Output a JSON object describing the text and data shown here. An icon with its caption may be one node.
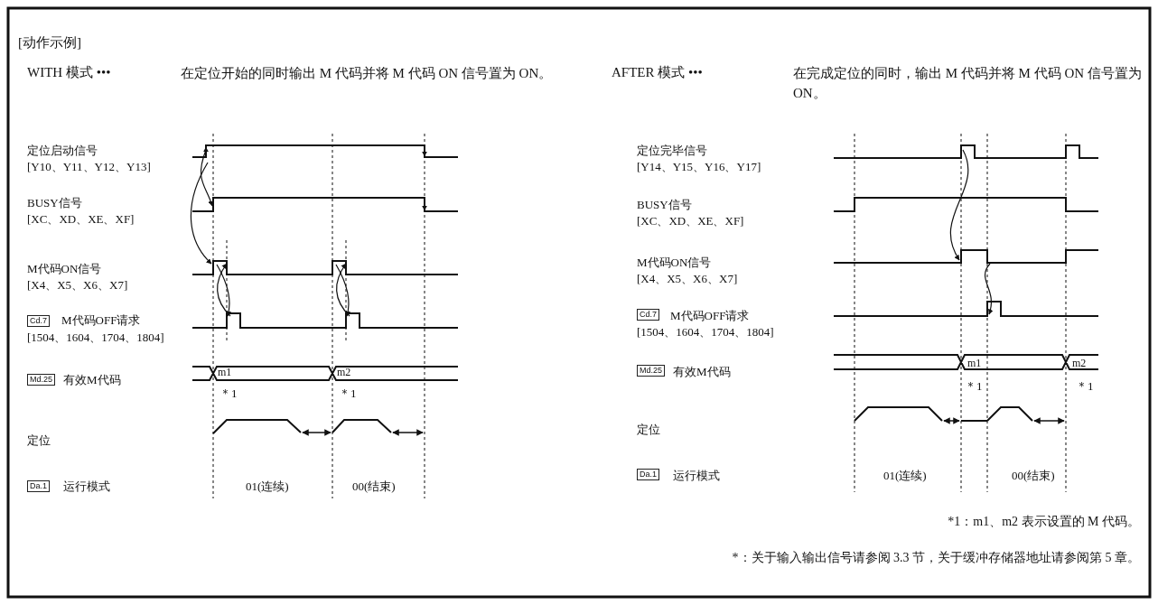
{
  "diagram": {
    "title": "[动作示例]",
    "nodes": [
      {
        "text": [
          "Cd.7"
        ]
      },
      {
        "text": [
          "Md.25"
        ]
      },
      {
        "text": [
          "Da.1"
        ]
      },
      {
        "text": [
          "Cd.7"
        ]
      },
      {
        "text": [
          "Md.25"
        ]
      },
      {
        "text": [
          "Da.1"
        ]
      }
    ],
    "labels": [
      "WITH 模式 •••",
      "在定位开始的同时输出 M 代码并将 M 代码 ON 信号置为 ON。",
      "AFTER 模式 •••",
      "在完成定位的同时，输出 M 代码并将 M 代码 ON 信号置为 ON。",
      "定位启动信号",
      "[Y10、Y11、Y12、Y13]",
      "BUSY信号",
      "[XC、XD、XE、XF]",
      "M代码ON信号",
      "[X4、X5、X6、X7]",
      "M代码OFF请求",
      "[1504、1604、1704、1804]",
      "有效M代码",
      "m1",
      "m2",
      "＊1",
      "＊1",
      "定位",
      "运行模式",
      "01(连续)",
      "00(结束)",
      "定位完毕信号",
      "[Y14、Y15、Y16、Y17]",
      "BUSY信号",
      "[XC、XD、XE、XF]",
      "M代码ON信号",
      "[X4、X5、X6、X7]",
      "M代码OFF请求",
      "[1504、1604、1704、1804]",
      "有效M代码",
      "m1",
      "m2",
      "＊1",
      "＊1",
      "定位",
      "运行模式",
      "01(连续)",
      "00(结束)",
      "*1：m1、m2 表示设置的 M 代码。",
      "*：关于输入输出信号请参阅 3.3 节，关于缓冲存储器地址请参阅第 5 章。"
    ]
  }
}
